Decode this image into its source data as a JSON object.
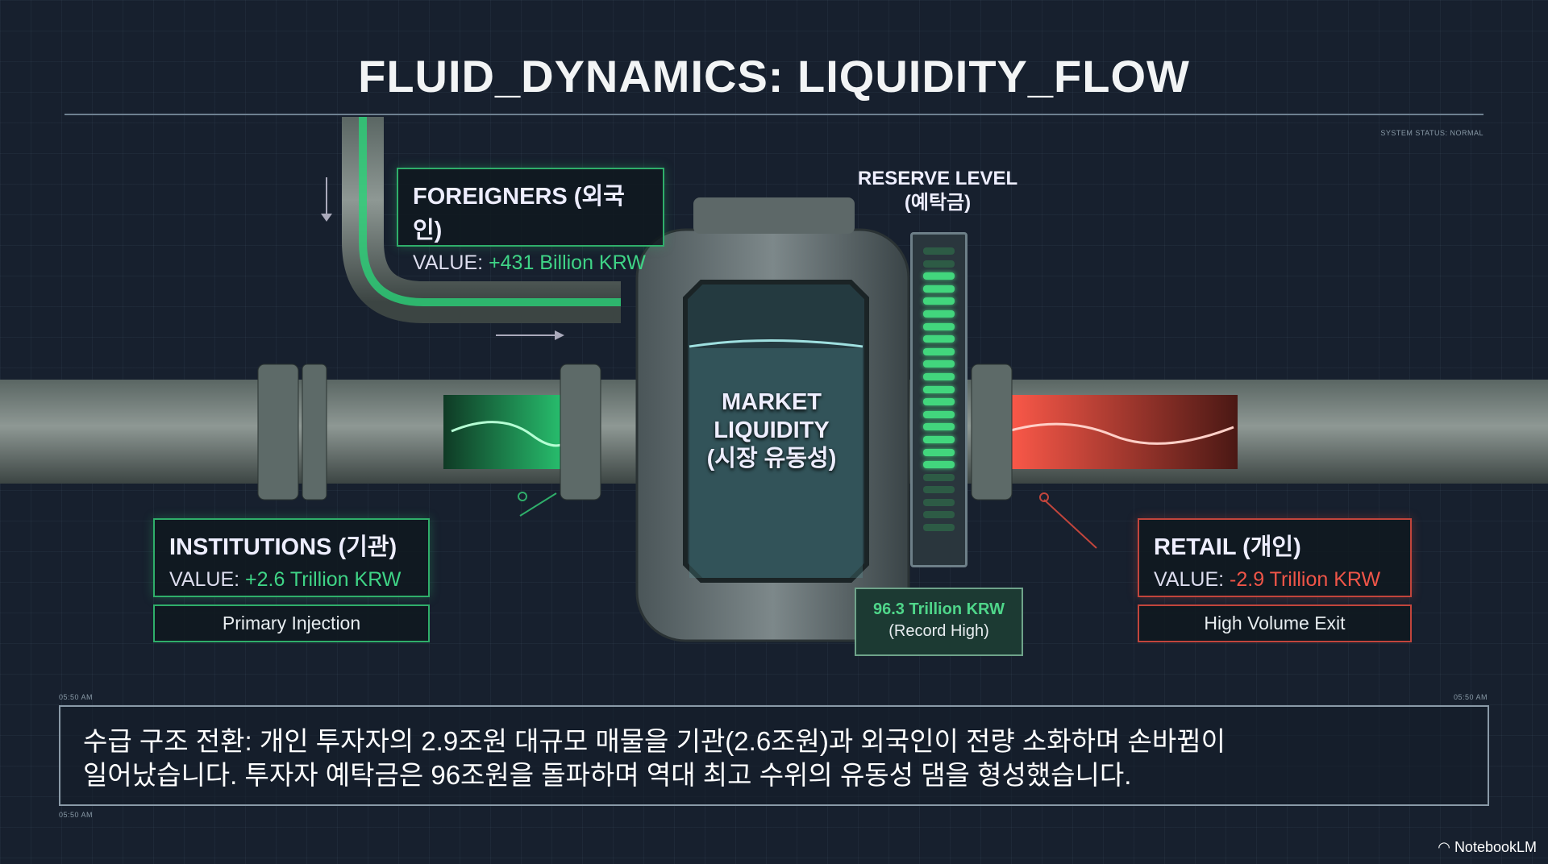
{
  "title": "FLUID_DYNAMICS: LIQUIDITY_FLOW",
  "foreigners": {
    "heading": "FOREIGNERS (외국인)",
    "value_label": "VALUE:",
    "value": "+431 Billion KRW"
  },
  "institutions": {
    "heading": "INSTITUTIONS (기관)",
    "value_label": "VALUE:",
    "value": "+2.6 Trillion KRW",
    "tag": "Primary Injection"
  },
  "retail": {
    "heading": "RETAIL (개인)",
    "value_label": "VALUE:",
    "value": "-2.9 Trillion KRW",
    "tag": "High Volume Exit"
  },
  "tank": {
    "line1": "MARKET",
    "line2": "LIQUIDITY",
    "line3": "(시장 유동성)"
  },
  "reserve": {
    "label": "RESERVE LEVEL",
    "label_kr": "(예탁금)",
    "value": "96.3 Trillion KRW",
    "note": "(Record High)",
    "segments_total": 23,
    "segments_lit": 16
  },
  "caption": {
    "line1": "수급 구조 전환: 개인 투자자의 2.9조원 대규모 매물을 기관(2.6조원)과 외국인이 전량 소화하며 손바뀜이",
    "line2": "일어났습니다. 투자자 예탁금은 96조원을 돌파하며 역대 최고 수위의 유동성 댐을 형성했습니다."
  },
  "hud": {
    "top_left": "05:50 AM",
    "top_right": "05:50 AM",
    "bottom_left": "05:50 AM",
    "status_right": "SYSTEM STATUS: NORMAL"
  },
  "brand": "NotebookLM",
  "colors": {
    "inflow": "#3fd486",
    "outflow": "#ef5548",
    "background": "#17202e"
  }
}
